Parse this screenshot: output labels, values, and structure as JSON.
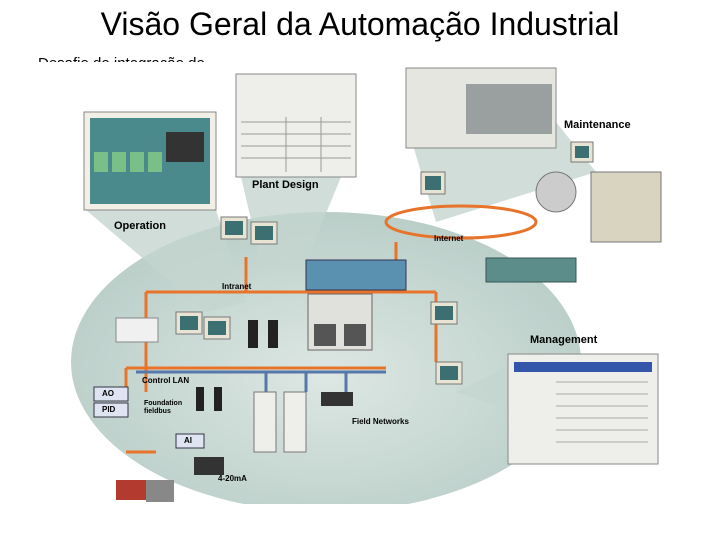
{
  "slide": {
    "title": "Visão Geral da Automação Industrial",
    "subtitle": "Desafio de integração de informação"
  },
  "diagram": {
    "labels": {
      "maintenance": "Maintenance",
      "plant_design": "Plant Design",
      "operation": "Operation",
      "management": "Management",
      "internet": "Internet",
      "intranet": "Intranet",
      "control_lan": "Control LAN",
      "field_networks": "Field Networks",
      "foundation_fieldbus": "Foundation fieldbus",
      "ai": "AO",
      "pid": "PID",
      "ai2": "AI",
      "ma": "4-20mA"
    },
    "colors": {
      "network_line": "#e8732a",
      "cloud": "#c9d8d4",
      "panel_fill": "#f2f0e6",
      "screen": "#4a8a8c"
    }
  }
}
